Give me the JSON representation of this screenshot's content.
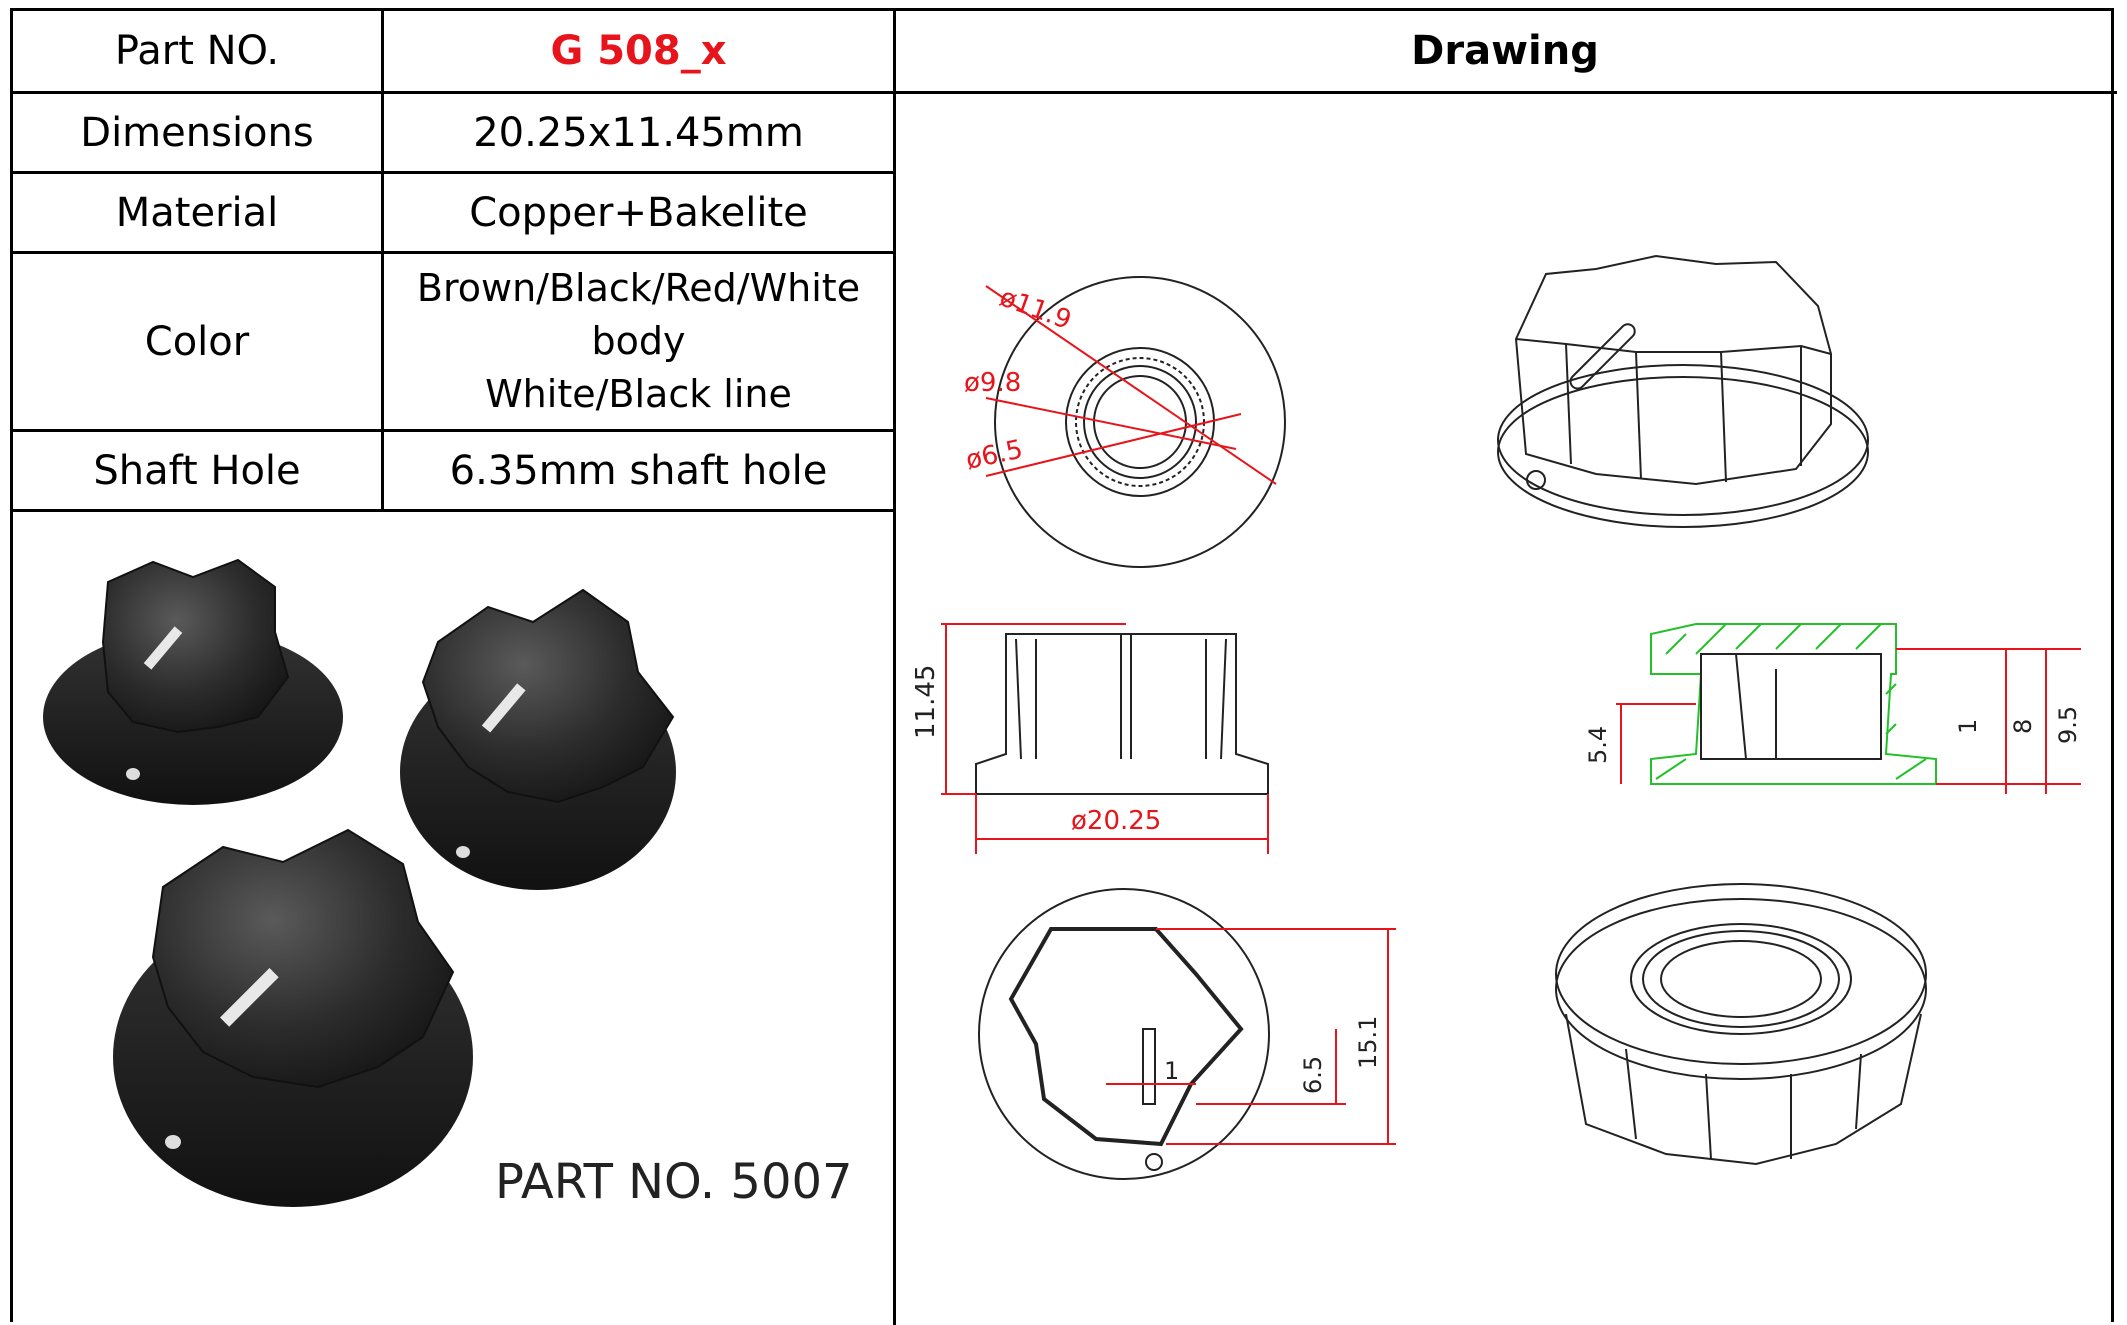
{
  "table": {
    "part_no": {
      "label": "Part NO.",
      "value": "G 508_x"
    },
    "drawing_header": "Drawing",
    "dimensions": {
      "label": "Dimensions",
      "value": "20.25x11.45mm"
    },
    "material": {
      "label": "Material",
      "value": "Copper+Bakelite"
    },
    "color": {
      "label": "Color",
      "lines": [
        "Brown/Black/Red/White",
        "body",
        "White/Black line"
      ]
    },
    "shaft_hole": {
      "label": "Shaft Hole",
      "value": "6.35mm shaft hole"
    }
  },
  "photo": {
    "caption": "PART NO. 5007"
  },
  "drawing": {
    "top_view": {
      "d1": "ø11.9",
      "d2": "ø9.8",
      "d3": "ø6.5"
    },
    "side_view": {
      "height": "11.45",
      "diameter": "ø20.25"
    },
    "section_view": {
      "a": "5.4",
      "b": "1",
      "c": "8",
      "d": "9.5"
    },
    "bottom_view": {
      "a": "1",
      "b": "6.5",
      "c": "15.1"
    }
  },
  "colors": {
    "accent_red": "#e8141b",
    "hatch_green": "#22c12a",
    "dim_red": "#e8141b"
  }
}
